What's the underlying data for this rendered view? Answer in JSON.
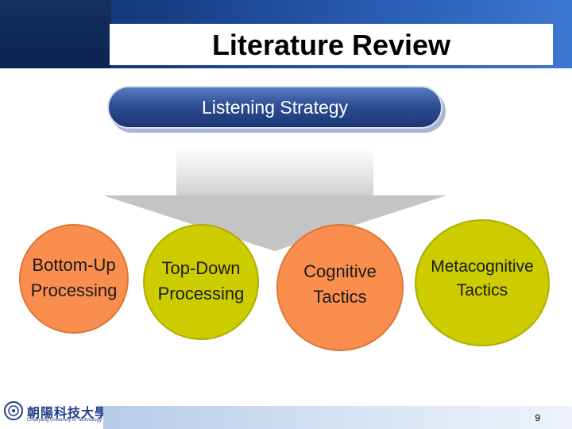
{
  "slide": {
    "title": "Literature Review",
    "central_node": "Listening Strategy",
    "nodes": [
      {
        "line1": "Bottom-Up",
        "line2": "Processing",
        "color": "#f98e4f"
      },
      {
        "line1": "Top-Down",
        "line2": "Processing",
        "color": "#cccc00"
      },
      {
        "line1": "Cognitive",
        "line2": "Tactics",
        "color": "#f98e4f"
      },
      {
        "line1": "Metacognitive",
        "line2": "Tactics",
        "color": "#cccc00"
      }
    ],
    "page_number": "9"
  },
  "footer": {
    "logo_text": "朝陽科技大學",
    "logo_subtext": "Chaoyang University of Technology"
  },
  "colors": {
    "header": "#173f86",
    "pill": "#2f4f94",
    "orange": "#f98e4f",
    "olive": "#cccc00"
  }
}
